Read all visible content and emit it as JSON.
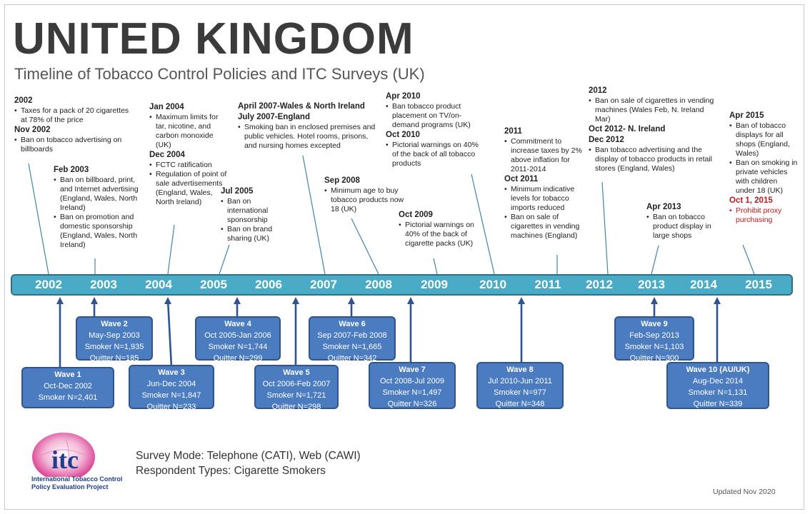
{
  "title": "UNITED KINGDOM",
  "subtitle": "Timeline of Tobacco Control Policies and ITC Surveys (UK)",
  "colors": {
    "timeline": "#4aabc6",
    "wave_box": "#4b7cc0",
    "highlight_red": "#c0181e",
    "logo_pink": "#d9388f",
    "logo_blue": "#1f3f8c"
  },
  "years": [
    "2002",
    "2003",
    "2004",
    "2005",
    "2006",
    "2007",
    "2008",
    "2009",
    "2010",
    "2011",
    "2012",
    "2013",
    "2014",
    "2015"
  ],
  "policies": [
    {
      "sections": [
        {
          "heading": "2002",
          "items": [
            "Taxes for a pack of 20 cigarettes at 78% of the price"
          ]
        },
        {
          "heading": "Nov 2002",
          "items": [
            "Ban on tobacco advertising on billboards"
          ]
        }
      ]
    },
    {
      "sections": [
        {
          "heading": "Feb 2003",
          "items": [
            "Ban on billboard, print, and Internet advertising (England, Wales, North Ireland)",
            "Ban on promotion and domestic sponsorship (England, Wales, North Ireland)"
          ]
        }
      ]
    },
    {
      "sections": [
        {
          "heading": "Jan 2004",
          "items": [
            "Maximum limits for tar, nicotine, and carbon monoxide (UK)"
          ]
        },
        {
          "heading": "Dec 2004",
          "items": [
            "FCTC ratification",
            "Regulation of point of sale advertisements (England, Wales, North Ireland)"
          ]
        }
      ]
    },
    {
      "sections": [
        {
          "heading": "Jul 2005",
          "items": [
            "Ban on international sponsorship",
            "Ban on brand sharing (UK)"
          ]
        }
      ]
    },
    {
      "sections": [
        {
          "heading": "April 2007-Wales & North Ireland",
          "items": []
        },
        {
          "heading": "July 2007-England",
          "items": [
            "Smoking ban in enclosed premises and public vehicles. Hotel rooms, prisons, and nursing homes excepted"
          ]
        }
      ]
    },
    {
      "sections": [
        {
          "heading": "Sep 2008",
          "items": [
            "Minimum age to buy tobacco products now 18 (UK)"
          ]
        }
      ]
    },
    {
      "sections": [
        {
          "heading": "Apr 2010",
          "items": [
            "Ban tobacco product placement on TV/on-demand programs (UK)"
          ]
        },
        {
          "heading": "Oct 2010",
          "items": [
            "Pictorial warnings on 40% of the back of all tobacco products"
          ]
        }
      ]
    },
    {
      "sections": [
        {
          "heading": "Oct 2009",
          "items": [
            "Pictorial warnings on 40% of the back of cigarette packs (UK)"
          ]
        }
      ]
    },
    {
      "sections": [
        {
          "heading": "2011",
          "items": [
            "Commitment to increase taxes by 2% above inflation for 2011-2014"
          ]
        },
        {
          "heading": "Oct 2011",
          "items": [
            "Minimum indicative levels for tobacco imports reduced",
            "Ban on sale of cigarettes in vending machines (England)"
          ]
        }
      ]
    },
    {
      "sections": [
        {
          "heading": "2012",
          "items": [
            "Ban on sale of cigarettes in vending machines (Wales Feb, N. Ireland Mar)"
          ]
        },
        {
          "heading": "Oct 2012- N. Ireland",
          "items": []
        },
        {
          "heading": "Dec 2012",
          "items": [
            "Ban tobacco advertising and the display of tobacco products in retail stores (England, Wales)"
          ]
        }
      ]
    },
    {
      "sections": [
        {
          "heading": "Apr 2013",
          "items": [
            "Ban on tobacco product display in large shops"
          ]
        }
      ]
    },
    {
      "sections": [
        {
          "heading": "Apr 2015",
          "items": [
            "Ban of tobacco displays for all shops (England, Wales)",
            "Ban on smoking in private vehicles with children under 18 (UK)"
          ]
        },
        {
          "heading": "Oct 1, 2015",
          "items": [
            "Prohibit proxy purchasing"
          ],
          "highlight": true
        }
      ]
    }
  ],
  "waves": [
    {
      "title": "Wave 1",
      "dates": "Oct-Dec 2002",
      "lines": [
        "Smoker N=2,401"
      ]
    },
    {
      "title": "Wave 2",
      "dates": "May-Sep 2003",
      "lines": [
        "Smoker N=1,935",
        "Quitter N=185"
      ]
    },
    {
      "title": "Wave 3",
      "dates": "Jun-Dec 2004",
      "lines": [
        "Smoker N=1,847",
        "Quitter N=233"
      ]
    },
    {
      "title": "Wave 4",
      "dates": "Oct 2005-Jan 2006",
      "lines": [
        "Smoker N=1,744",
        "Quitter N=299"
      ]
    },
    {
      "title": "Wave 5",
      "dates": "Oct 2006-Feb 2007",
      "lines": [
        "Smoker N=1,721",
        "Quitter N=298"
      ]
    },
    {
      "title": "Wave 6",
      "dates": "Sep 2007-Feb 2008",
      "lines": [
        "Smoker N=1,665",
        "Quitter N=342"
      ]
    },
    {
      "title": "Wave 7",
      "dates": "Oct 2008-Jul 2009",
      "lines": [
        "Smoker N=1,497",
        "Quitter N=326"
      ]
    },
    {
      "title": "Wave 8",
      "dates": "Jul 2010-Jun 2011",
      "lines": [
        "Smoker N=977",
        "Quitter N=348"
      ]
    },
    {
      "title": "Wave 9",
      "dates": "Feb-Sep 2013",
      "lines": [
        "Smoker N=1,103",
        "Quitter N=300"
      ]
    },
    {
      "title": "Wave 10 (AU/UK)",
      "dates": "Aug-Dec 2014",
      "lines": [
        "Smoker N=1,131",
        "Quitter N=339"
      ]
    }
  ],
  "survey_mode": "Survey Mode: Telephone (CATI), Web (CAWI)",
  "respondent_types": "Respondent Types: Cigarette Smokers",
  "logo": {
    "text": "itc",
    "name_line1": "International Tobacco Control",
    "name_line2": "Policy Evaluation Project"
  },
  "updated": "Updated  Nov 2020"
}
